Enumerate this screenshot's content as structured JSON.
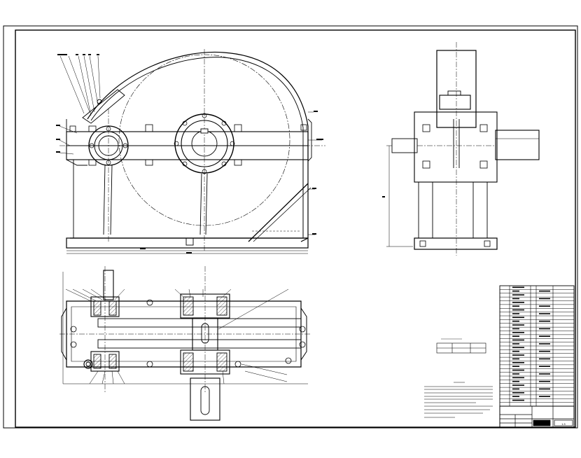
{
  "drawing": {
    "type": "gearbox-assembly-drawing",
    "views": [
      "front-view",
      "side-view",
      "top-view"
    ],
    "line_color": "#000000",
    "background": "#ffffff",
    "hatch_color": "#000000"
  },
  "title_block": {
    "scale_box": "1:5"
  },
  "tech_table": {
    "headers": [
      "",
      "",
      ""
    ],
    "values": [
      "",
      "",
      ""
    ]
  },
  "parts_list": {
    "row_count": 32
  }
}
